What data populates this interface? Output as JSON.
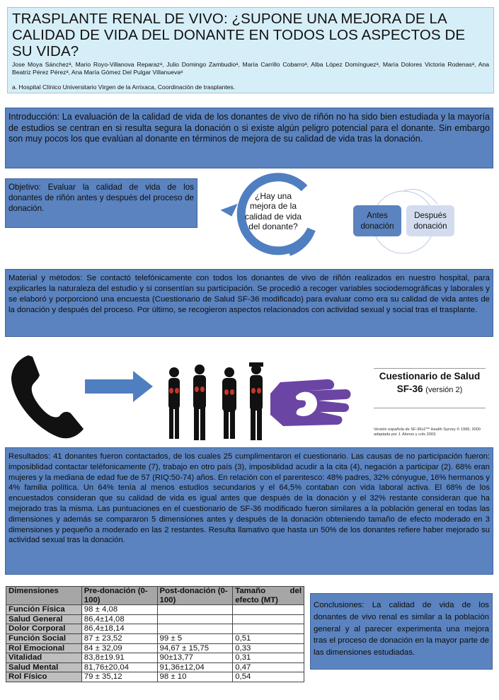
{
  "header": {
    "title": "TRASPLANTE RENAL DE VIVO: ¿SUPONE UNA MEJORA DE LA CALIDAD DE VIDA DEL DONANTE EN TODOS LOS ASPECTOS DE SU VIDA?",
    "authors": "Jose Moya Sánchezᵃ, Mario Royo-Villanova Reparazᵃ, Julio Domingo Zambudioᵃ, María Carrillo Cobarroᵃ, Alba López Domínguezᵃ, María Dolores Victoria Rodenasᵃ, Ana Beatriz Pérez Pérezᵃ, Ana María Gómez Del Pulgar Villanuevaᵃ",
    "affiliation": "a. Hospital Clínico Universitario Virgen de la Arrixaca, Coordinación de trasplantes."
  },
  "introduccion": "Introducción: La evaluación de la calidad de vida de los donantes de vivo de riñón no ha sido bien estudiada y la mayoría de estudios se centran en si resulta segura la donación o si existe algún peligro potencial para el donante. Sin embargo son muy pocos los que evalúan al donante en términos de mejora de su calidad de vida tras la donación.",
  "objetivo": "Objetivo: Evaluar la calidad de vida de los donantes de riñón antes y después del proceso de donación.",
  "cycle": {
    "question": "¿Hay una mejora de la calidad de vida del donante?",
    "colors": {
      "arrow": "#4f7fc1"
    }
  },
  "compare": {
    "antes": "Antes donación",
    "despues": "Después donación",
    "colors": {
      "antes": "#5b83bf",
      "despues": "#d3dcef"
    }
  },
  "metodos": "Material y métodos: Se contactó telefónicamente con todos los donantes de vivo de riñón realizados en nuestro hospital, para explicarles la naturaleza del estudio y si consentían su participación. Se procedió a recoger variables sociodemográficas y laborales y se elaboró y porporcionó una encuesta (Cuestionario de Salud SF-36 modificado) para evaluar como era su calidad de vida antes de la donación y después del proceso.  Por último, se recogieron aspectos relacionados con actividad sexual y social tras el trasplante.",
  "images": {
    "phone": "phone-icon",
    "arrow": "right-arrow-icon",
    "people": "silhouettes-people-kidneys",
    "hand": "hand-kidney-icon"
  },
  "questionnaire": {
    "title": "Cuestionario de Salud",
    "version": "SF-36",
    "version_sub": "(versión 2)",
    "note": "Versión española de SF-36v2™ Health Survey © 1996, 2000 adaptada por J. Alonso y cols 2003."
  },
  "resultados": "Resultados: 41 donantes fueron contactados, de los cuales 25 cumplimentaron el cuestionario. Las causas de no participación fueron: imposiblidad contactar teléfonicamente (7), trabajo en otro país (3), imposiblidad acudir a la cita (4), negación a participar (2).   68% eran mujeres y la mediana de edad fue de 57 (RIQ:50-74) años. En relación con el parentesco: 48% padres, 32% cónyugue, 16% hermanos y 4% familia política. Un 64% tenía al menos estudios secundarios y el 64,5% contaban con vida laboral activa. El 68% de los encuestados consideran que su calidad de vida es igual antes que después de la donación y el 32% restante consideran que ha mejorado tras la misma. Las puntuaciones en el cuestionario de SF-36 modificado fueron similares a la población general en todas las dimensiones y además se compararon 5 dimensiones antes y después de la donación obteniendo tamaño de efecto moderado en 3 dimensiones y pequeño a moderado en las 2 restantes. Resulta llamativo que hasta un 50% de los donantes refiere haber mejorado su actividad sexual tras la donación.",
  "table": {
    "headers": [
      "Dimensiones",
      "Pre-donación (0-100)",
      "Post-donación (0-100)",
      "Tamaño del efecto (MT)"
    ],
    "header_parts": {
      "h4a": "Tamaño",
      "h4b": "del",
      "h4c": "efecto (MT)"
    },
    "rows": [
      [
        "Función Física",
        "98 ± 4,08",
        "",
        ""
      ],
      [
        "Salud General",
        "86,4±14,08",
        "",
        ""
      ],
      [
        "Dolor Corporal",
        "86,4±18,14",
        "",
        ""
      ],
      [
        "Función Social",
        "87 ± 23,52",
        "99 ± 5",
        "0,51"
      ],
      [
        "Rol Emocional",
        "84 ± 32,09",
        "94,67 ± 15,75",
        "0,33"
      ],
      [
        "Vitalidad",
        "83,8±19.91",
        "90±13,77",
        "0,31"
      ],
      [
        "Salud Mental",
        "81,76±20,04",
        "91,36±12,04",
        "0,47"
      ],
      [
        "Rol Físico",
        "79 ± 35,12",
        "98 ± 10",
        "0,54"
      ]
    ]
  },
  "conclusiones": "Conclusiones: La calidad de vida de los donantes de vivo renal es similar a la población general y al parecer experimenta una mejora tras el proceso de donación en la mayor parte de las dimensiones estudiadas.",
  "colors": {
    "box": "#5b83bf",
    "header_bg": "#d6eef7"
  }
}
